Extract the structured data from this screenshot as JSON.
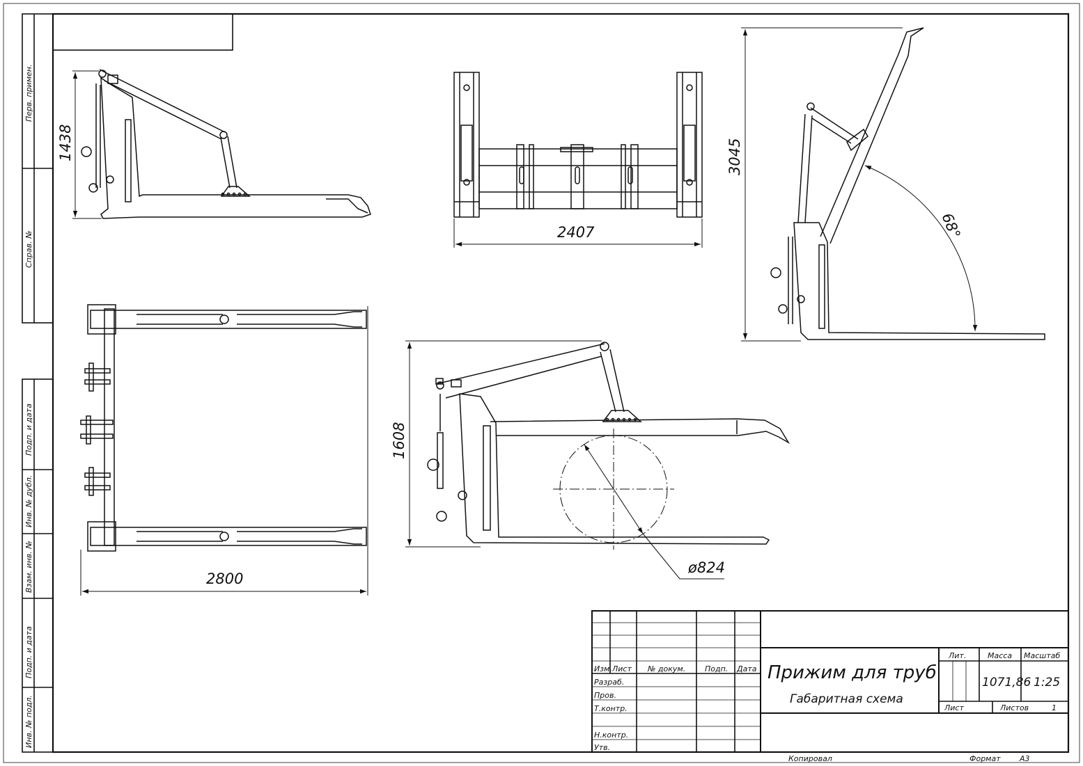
{
  "sheet": {
    "side_stamps": [
      "Перв. примен.",
      "Справ. №",
      "Подп. и дата",
      "Инв. № дубл.",
      "Взам. инв. №",
      "Подп. и дата",
      "Инв. № подл."
    ]
  },
  "dimensions": {
    "side_view_height": "1438",
    "front_view_width": "2407",
    "raised_view_height": "3045",
    "raised_angle": "68°",
    "top_view_width": "2800",
    "open_view_height": "1608",
    "pipe_diameter": "ø824"
  },
  "title_block": {
    "columns": [
      "Изм.",
      "Лист",
      "№ докум.",
      "Подп.",
      "Дата"
    ],
    "roles": [
      "Разраб.",
      "Пров.",
      "Т.контр.",
      "Н.контр.",
      "Утв."
    ],
    "title": "Прижим для труб",
    "subtitle": "Габаритная схема",
    "lit_label": "Лит.",
    "mass_label": "Масса",
    "scale_label": "Масштаб",
    "mass_value": "1071,86",
    "scale_value": "1:25",
    "sheet_label": "Лист",
    "sheets_label": "Листов",
    "sheets_value": "1"
  },
  "footer": {
    "copied": "Копировал",
    "format_label": "Формат",
    "format_value": "А3"
  }
}
